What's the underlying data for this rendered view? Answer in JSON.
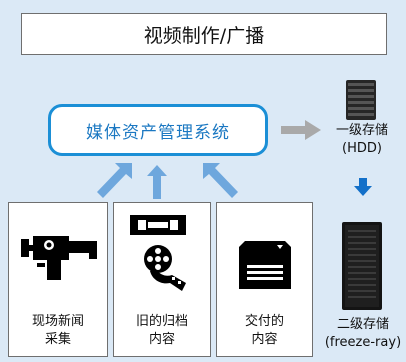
{
  "title": "视频制作/广播",
  "system": {
    "label": "媒体资产管理系统"
  },
  "storage": {
    "primary": {
      "line1": "一级存储",
      "line2": "(HDD)"
    },
    "secondary": {
      "line1": "二级存储",
      "line2": "(freeze-ray)"
    }
  },
  "sources": [
    {
      "line1": "现场新闻",
      "line2": "采集",
      "icon": "video-camera-icon"
    },
    {
      "line1": "旧的归档",
      "line2": "内容",
      "icon": "videotape-film-reel-icon"
    },
    {
      "line1": "交付的",
      "line2": "内容",
      "icon": "tape-cartridge-icon"
    }
  ],
  "colors": {
    "background": "#dbe9f6",
    "accent_blue": "#1b8fd6",
    "arrow_light_blue": "#6ea7dd",
    "arrow_gray": "#a9a9a9",
    "arrow_down_blue": "#1370c9"
  }
}
